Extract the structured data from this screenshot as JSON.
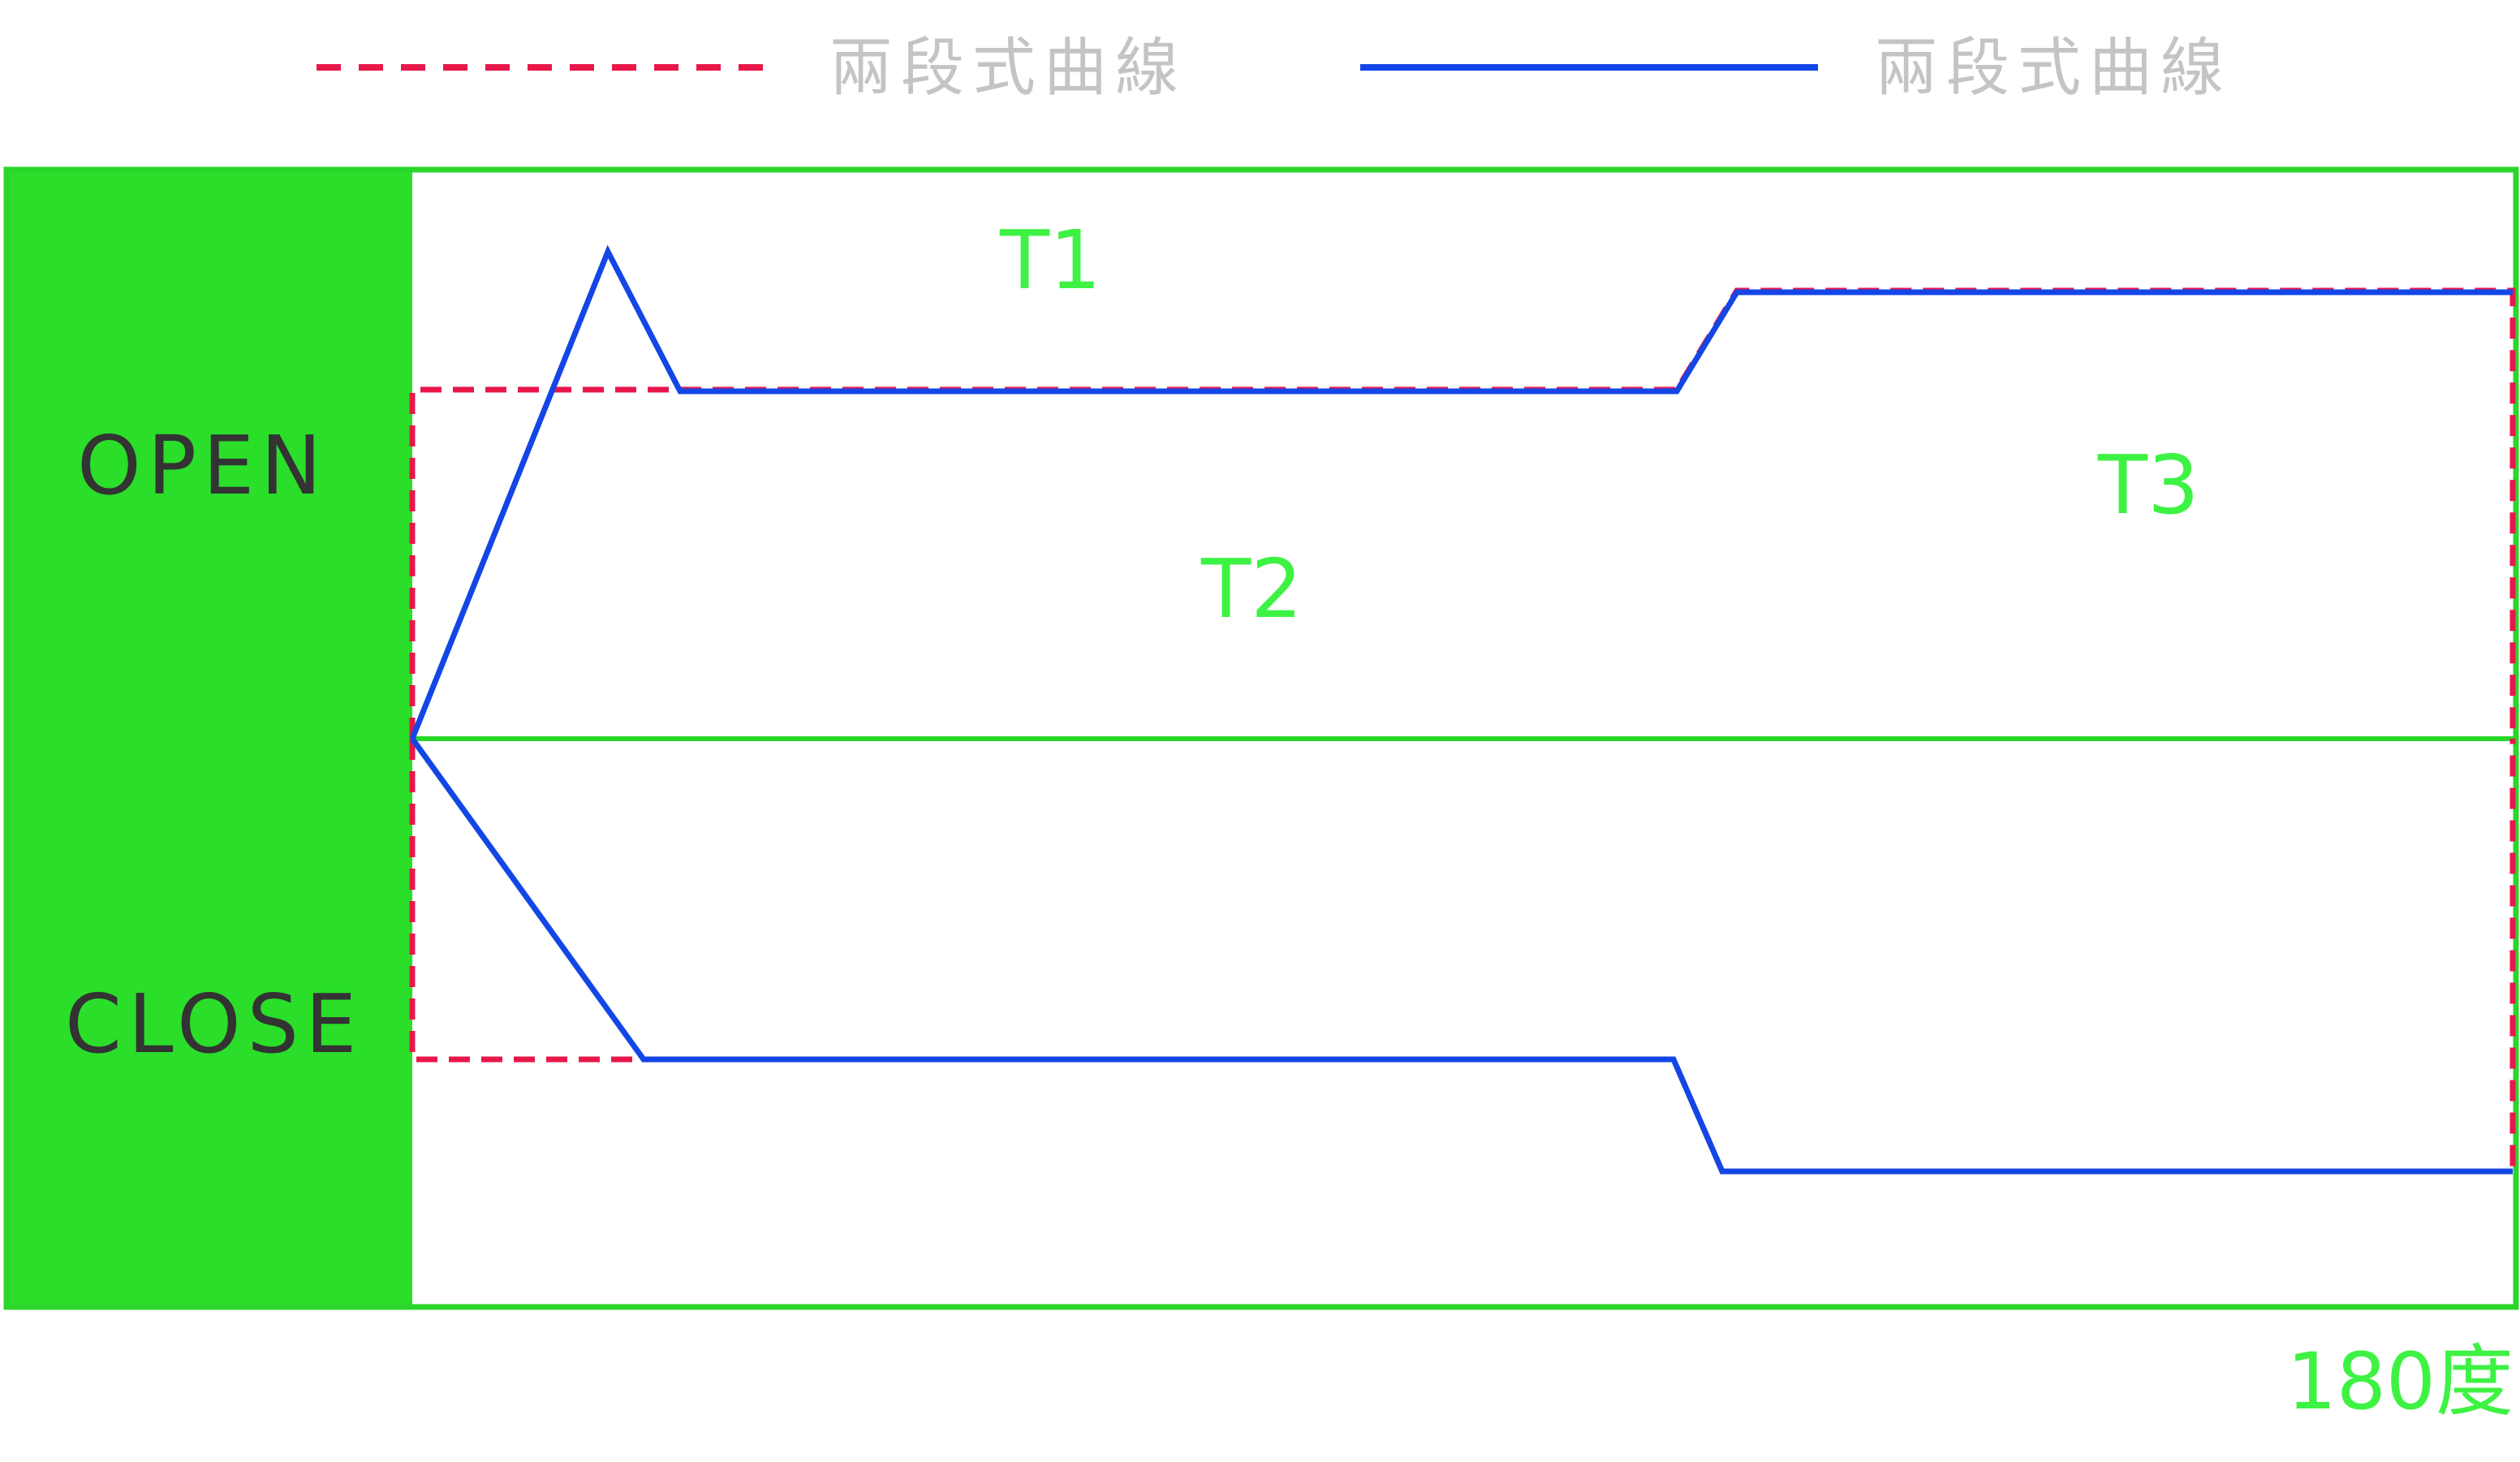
{
  "legend": {
    "items": [
      {
        "label": "兩段式曲線",
        "style": "dashed",
        "color": "#e8174a"
      },
      {
        "label": "兩段式曲線",
        "style": "solid",
        "color": "#1346e6"
      }
    ]
  },
  "states": {
    "open": "OPEN",
    "close": "CLOSE"
  },
  "phases": {
    "t1": "T1",
    "t2": "T2",
    "t3": "T3"
  },
  "angle_label": "180度",
  "colors": {
    "frame": "#2ad62a",
    "label_panel": "#2ade2a",
    "phase_text": "#3ef244",
    "dashed_curve": "#e8174a",
    "solid_curve": "#1346e6",
    "legend_text": "#c4c4c4",
    "state_text": "#333333"
  }
}
